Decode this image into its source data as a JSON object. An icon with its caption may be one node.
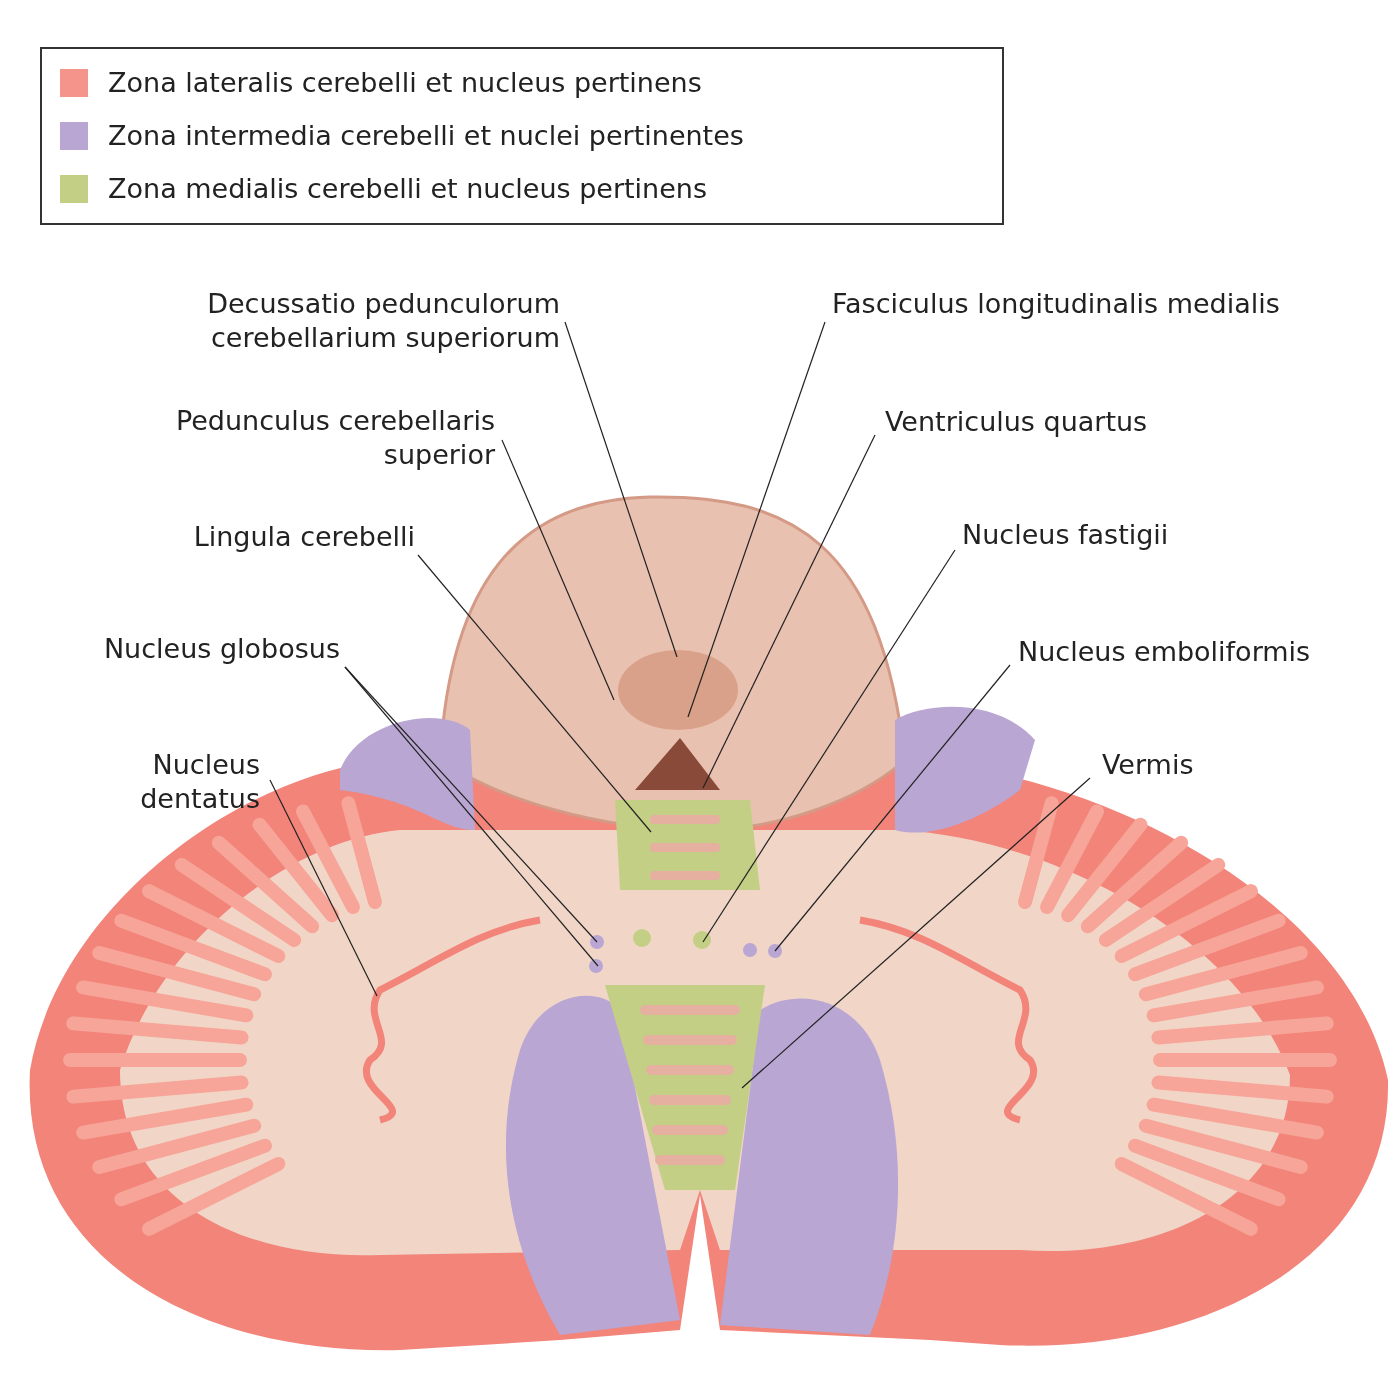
{
  "diagram": {
    "nodes": [
      {
        "text": [
          "Decussatio pedunculorum cerebellarium superiorum"
        ]
      },
      {
        "text": [
          "Fasciculus longitudinalis medialis"
        ]
      },
      {
        "text": [
          "Pedunculus cerebellaris superior"
        ]
      },
      {
        "text": [
          "Ventriculus quartus"
        ]
      },
      {
        "text": [
          "Lingula cerebelli"
        ]
      },
      {
        "text": [
          "Nucleus fastigii"
        ]
      },
      {
        "text": [
          "Nucleus globosus"
        ]
      },
      {
        "text": [
          "Nucleus emboliformis"
        ]
      },
      {
        "text": [
          "Nucleus dentatus"
        ]
      },
      {
        "text": [
          "Vermis"
        ]
      }
    ],
    "edges": [
      {
        "from": 0,
        "to": null,
        "arrow": "none"
      },
      {
        "from": 1,
        "to": null,
        "arrow": "none"
      },
      {
        "from": 2,
        "to": null,
        "arrow": "none"
      },
      {
        "from": 3,
        "to": null,
        "arrow": "none"
      },
      {
        "from": 4,
        "to": null,
        "arrow": "none"
      },
      {
        "from": 5,
        "to": null,
        "arrow": "none"
      },
      {
        "from": 6,
        "to": null,
        "arrow": "none"
      },
      {
        "from": 6,
        "to": null,
        "arrow": "none"
      },
      {
        "from": 7,
        "to": null,
        "arrow": "none"
      },
      {
        "from": 8,
        "to": null,
        "arrow": "none"
      },
      {
        "from": 9,
        "to": null,
        "arrow": "none"
      }
    ],
    "legend": [
      {
        "text": "Zona lateralis cerebelli et nucleus pertinens",
        "color": "#f4948a"
      },
      {
        "text": "Zona intermedia cerebelli et nuclei pertinentes",
        "color": "#b9a6d3"
      },
      {
        "text": "Zona medialis cerebelli et nucleus pertinens",
        "color": "#c3cf85"
      }
    ]
  }
}
